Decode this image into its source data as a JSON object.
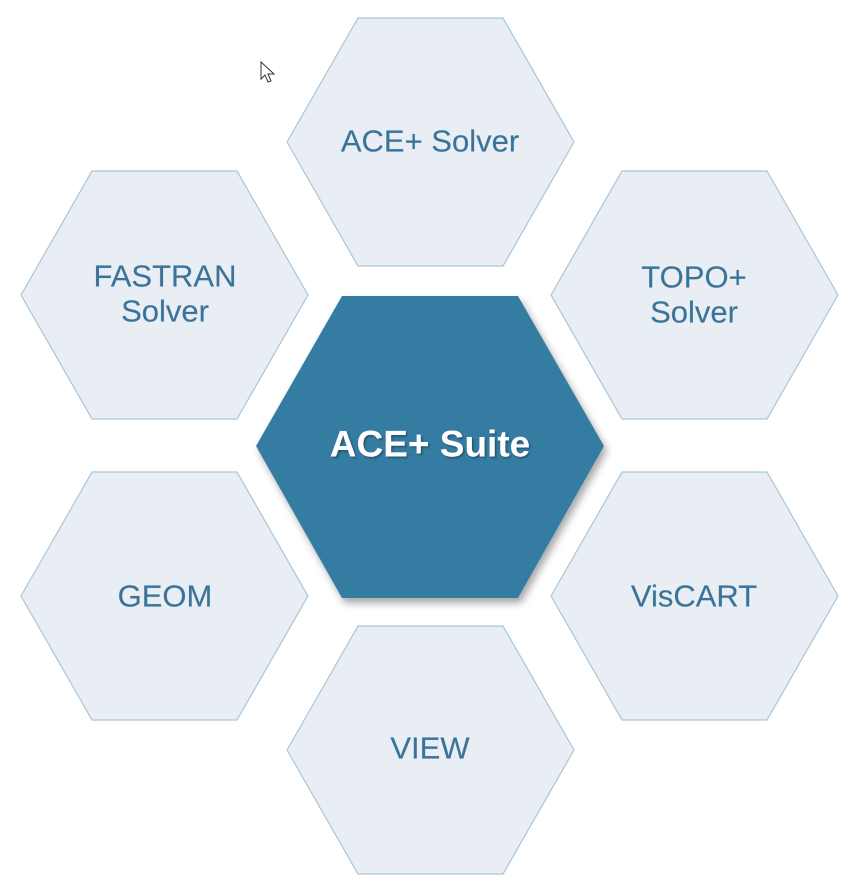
{
  "diagram": {
    "center": {
      "label": "ACE+ Suite",
      "color": "#357ca3"
    },
    "outer_color": "#e8eef3",
    "outer_text_color": "#3a7399",
    "modules": [
      {
        "id": "ace-solver",
        "lines": [
          "ACE+ Solver"
        ]
      },
      {
        "id": "topo-solver",
        "lines": [
          "TOPO+",
          "Solver"
        ]
      },
      {
        "id": "viscart",
        "lines": [
          "VisCART"
        ]
      },
      {
        "id": "view",
        "lines": [
          "VIEW"
        ]
      },
      {
        "id": "geom",
        "lines": [
          "GEOM"
        ]
      },
      {
        "id": "fastran-solver",
        "lines": [
          "FASTRAN",
          "Solver"
        ]
      }
    ]
  }
}
